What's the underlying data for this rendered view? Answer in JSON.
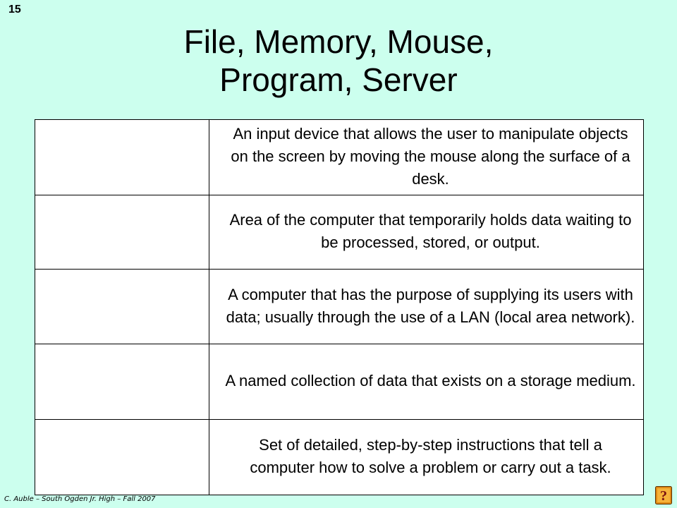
{
  "slide": {
    "number": "15",
    "title_line1": "File, Memory, Mouse,",
    "title_line2": "Program, Server"
  },
  "table": {
    "rows": [
      {
        "term": "",
        "definition": "An input device that allows the user to manipulate objects on the screen by moving the mouse along the surface of a desk."
      },
      {
        "term": "",
        "definition": "Area of the computer that temporarily holds data waiting to be processed, stored, or output."
      },
      {
        "term": "",
        "definition": "A computer that has the purpose of supplying its users with data; usually through the use of a LAN (local area network)."
      },
      {
        "term": "",
        "definition": "A named collection of data that exists on a storage medium."
      },
      {
        "term": "",
        "definition": "Set of detailed, step-by-step instructions that tell a computer how to solve a problem or carry out a task."
      }
    ]
  },
  "footer": {
    "credit": "C. Auble – South Ogden Jr. High – Fall 2007"
  },
  "help_button": {
    "icon": "help-question-icon",
    "glyph": "?"
  }
}
